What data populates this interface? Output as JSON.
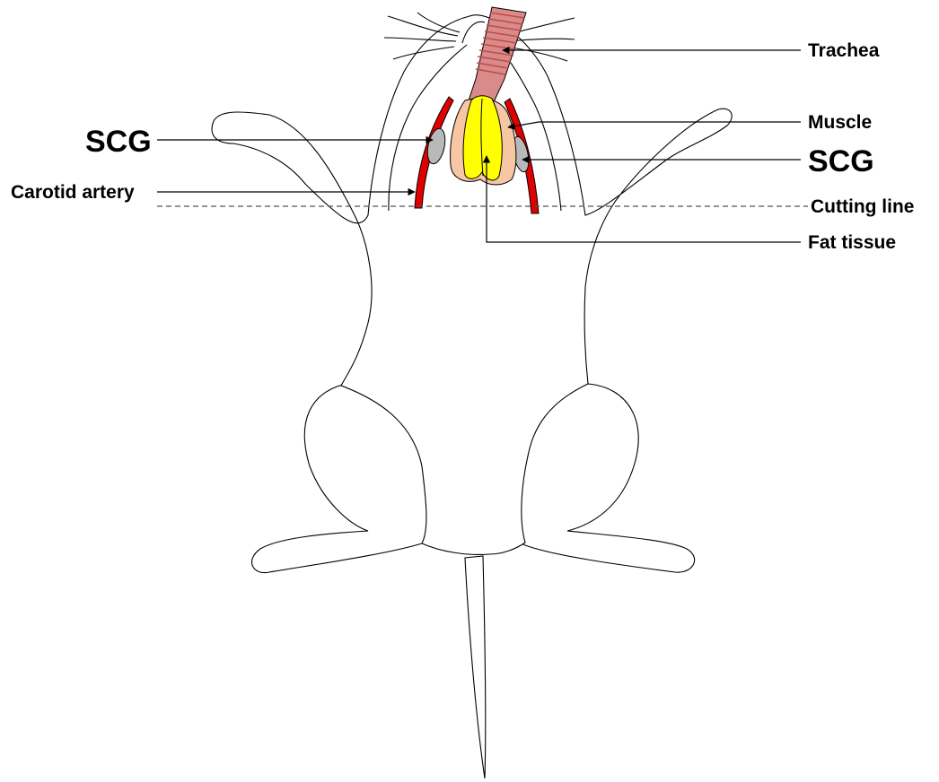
{
  "labels": {
    "trachea": "Trachea",
    "muscle": "Muscle",
    "scg_left": "SCG",
    "scg_right": "SCG",
    "carotid_artery": "Carotid artery",
    "cutting_line": "Cutting line",
    "fat_tissue": "Fat tissue"
  },
  "colors": {
    "outline": "#000000",
    "trachea_fill": "#d98a8a",
    "trachea_rings": "#c04a4a",
    "muscle_fill": "#f7c6a3",
    "fat_fill": "#ffff00",
    "scg_fill": "#b9b9b9",
    "artery_fill": "#e00000",
    "cutting_line": "#555555"
  }
}
